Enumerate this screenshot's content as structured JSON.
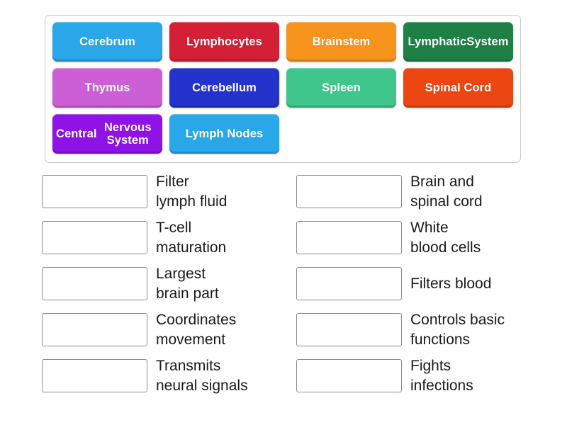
{
  "activity": {
    "type": "match-up-drag-and-drop",
    "tile_bank": {
      "rows": [
        [
          {
            "label": "Cerebrum",
            "color": "#29a7e8"
          },
          {
            "label": "Lymphocytes",
            "color": "#d32036"
          },
          {
            "label": "Brainstem",
            "color": "#f7941e"
          },
          {
            "label": "Lymphatic\nSystem",
            "color": "#1e8045",
            "lines": [
              "Lymphatic",
              "System"
            ]
          }
        ],
        [
          {
            "label": "Thymus",
            "color": "#cc5fd6"
          },
          {
            "label": "Cerebellum",
            "color": "#2433cc"
          },
          {
            "label": "Spleen",
            "color": "#3ec68d"
          },
          {
            "label": "Spinal Cord",
            "color": "#ec4612"
          }
        ],
        [
          {
            "label": "Central\nNervous System",
            "color": "#8f12e6",
            "lines": [
              "Central",
              "Nervous System"
            ]
          },
          {
            "label": "Lymph Nodes",
            "color": "#29a7e8"
          }
        ]
      ]
    },
    "match_columns": {
      "left": [
        {
          "drop_value": "",
          "lines": [
            "Filter",
            "lymph fluid"
          ]
        },
        {
          "drop_value": "",
          "lines": [
            "T-cell",
            "maturation"
          ]
        },
        {
          "drop_value": "",
          "lines": [
            "Largest",
            "brain part"
          ]
        },
        {
          "drop_value": "",
          "lines": [
            "Coordinates",
            "movement"
          ]
        },
        {
          "drop_value": "",
          "lines": [
            "Transmits",
            "neural signals"
          ]
        }
      ],
      "right": [
        {
          "drop_value": "",
          "lines": [
            "Brain and",
            "spinal cord"
          ]
        },
        {
          "drop_value": "",
          "lines": [
            "White",
            "blood cells"
          ]
        },
        {
          "drop_value": "",
          "lines": [
            "Filters blood"
          ]
        },
        {
          "drop_value": "",
          "lines": [
            "Controls basic",
            "functions"
          ]
        },
        {
          "drop_value": "",
          "lines": [
            "Fights",
            "infections"
          ]
        }
      ]
    }
  },
  "colors": {
    "tile_bank_border": "#c9c9cf",
    "drop_zone_border": "#8b8b92",
    "text": "#1a1a1a",
    "background": "#ffffff"
  }
}
